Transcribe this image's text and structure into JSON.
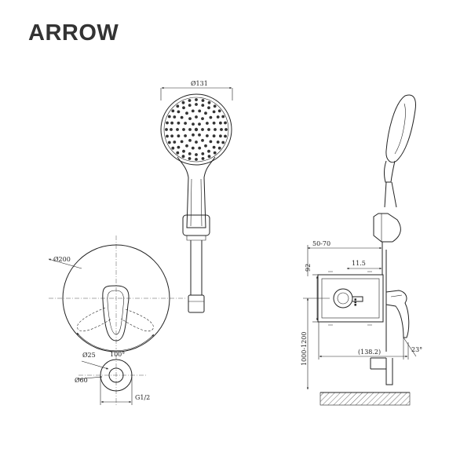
{
  "brand": "ARROW",
  "colors": {
    "ink": "#222222",
    "brand": "#333333",
    "background": "#ffffff"
  },
  "dimensions": {
    "handset_diameter": "Ø131",
    "plate_diameter": "Ø200",
    "rotation_angle": "100°",
    "outlet_diameter_25": "Ø25",
    "outlet_diameter_60": "Ø60",
    "thread": "G1/2",
    "install_depth": "50-70",
    "wall_offset": "11.5",
    "body_height": "92",
    "mount_height": "1000-1200",
    "body_depth": "(138.2)",
    "handle_angle": "23°"
  }
}
